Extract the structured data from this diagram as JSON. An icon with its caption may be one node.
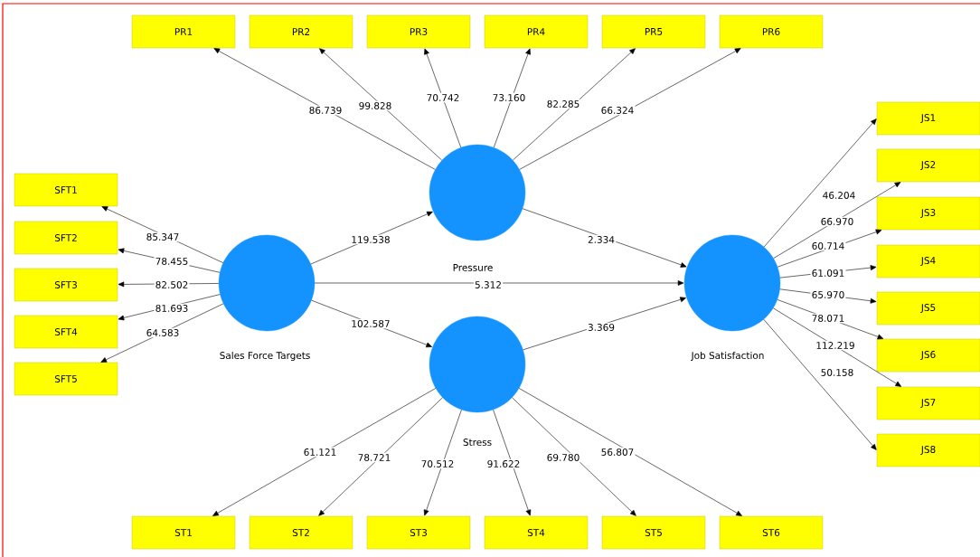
{
  "diagram": {
    "nodes": [
      {
        "text": [
          "Sales Force Targets"
        ]
      },
      {
        "text": [
          "Pressure"
        ]
      },
      {
        "text": [
          "Stress"
        ]
      },
      {
        "text": [
          "Job Satisfaction"
        ]
      },
      {
        "text": [
          "PR1"
        ]
      },
      {
        "text": [
          "PR2"
        ]
      },
      {
        "text": [
          "PR3"
        ]
      },
      {
        "text": [
          "PR4"
        ]
      },
      {
        "text": [
          "PR5"
        ]
      },
      {
        "text": [
          "PR6"
        ]
      },
      {
        "text": [
          "SFT1"
        ]
      },
      {
        "text": [
          "SFT2"
        ]
      },
      {
        "text": [
          "SFT3"
        ]
      },
      {
        "text": [
          "SFT4"
        ]
      },
      {
        "text": [
          "SFT5"
        ]
      },
      {
        "text": [
          "ST1"
        ]
      },
      {
        "text": [
          "ST2"
        ]
      },
      {
        "text": [
          "ST3"
        ]
      },
      {
        "text": [
          "ST4"
        ]
      },
      {
        "text": [
          "ST5"
        ]
      },
      {
        "text": [
          "ST6"
        ]
      },
      {
        "text": [
          "JS1"
        ]
      },
      {
        "text": [
          "JS2"
        ]
      },
      {
        "text": [
          "JS3"
        ]
      },
      {
        "text": [
          "JS4"
        ]
      },
      {
        "text": [
          "JS5"
        ]
      },
      {
        "text": [
          "JS6"
        ]
      },
      {
        "text": [
          "JS7"
        ]
      },
      {
        "text": [
          "JS8"
        ]
      }
    ],
    "edges": [
      {
        "from": 0,
        "to": 1,
        "arrow": "to",
        "label": "119.538"
      },
      {
        "from": 0,
        "to": 3,
        "arrow": "to",
        "label": "5.312"
      },
      {
        "from": 0,
        "to": 2,
        "arrow": "to",
        "label": "102.587"
      },
      {
        "from": 1,
        "to": 3,
        "arrow": "to",
        "label": "2.334"
      },
      {
        "from": 2,
        "to": 3,
        "arrow": "to",
        "label": "3.369"
      },
      {
        "from": 1,
        "to": 4,
        "arrow": "to",
        "label": "86.739"
      },
      {
        "from": 1,
        "to": 5,
        "arrow": "to",
        "label": "99.828"
      },
      {
        "from": 1,
        "to": 6,
        "arrow": "to",
        "label": "70.742"
      },
      {
        "from": 1,
        "to": 7,
        "arrow": "to",
        "label": "73.160"
      },
      {
        "from": 1,
        "to": 8,
        "arrow": "to",
        "label": "82.285"
      },
      {
        "from": 1,
        "to": 9,
        "arrow": "to",
        "label": "66.324"
      },
      {
        "from": 0,
        "to": 10,
        "arrow": "to",
        "label": "85.347"
      },
      {
        "from": 0,
        "to": 11,
        "arrow": "to",
        "label": "78.455"
      },
      {
        "from": 0,
        "to": 12,
        "arrow": "to",
        "label": "82.502"
      },
      {
        "from": 0,
        "to": 13,
        "arrow": "to",
        "label": "81.693"
      },
      {
        "from": 0,
        "to": 14,
        "arrow": "to",
        "label": "64.583"
      },
      {
        "from": 2,
        "to": 15,
        "arrow": "to",
        "label": "61.121"
      },
      {
        "from": 2,
        "to": 16,
        "arrow": "to",
        "label": "78.721"
      },
      {
        "from": 2,
        "to": 17,
        "arrow": "to",
        "label": "70.512"
      },
      {
        "from": 2,
        "to": 18,
        "arrow": "to",
        "label": "91.622"
      },
      {
        "from": 2,
        "to": 19,
        "arrow": "to",
        "label": "69.780"
      },
      {
        "from": 2,
        "to": 20,
        "arrow": "to",
        "label": "56.807"
      },
      {
        "from": 3,
        "to": 21,
        "arrow": "to",
        "label": "46.204"
      },
      {
        "from": 3,
        "to": 22,
        "arrow": "to",
        "label": "66.970"
      },
      {
        "from": 3,
        "to": 23,
        "arrow": "to",
        "label": "60.714"
      },
      {
        "from": 3,
        "to": 24,
        "arrow": "to",
        "label": "61.091"
      },
      {
        "from": 3,
        "to": 25,
        "arrow": "to",
        "label": "65.970"
      },
      {
        "from": 3,
        "to": 26,
        "arrow": "to",
        "label": "78.071"
      },
      {
        "from": 3,
        "to": 27,
        "arrow": "to",
        "label": "112.219"
      },
      {
        "from": 3,
        "to": 28,
        "arrow": "to",
        "label": "50.158"
      }
    ]
  }
}
